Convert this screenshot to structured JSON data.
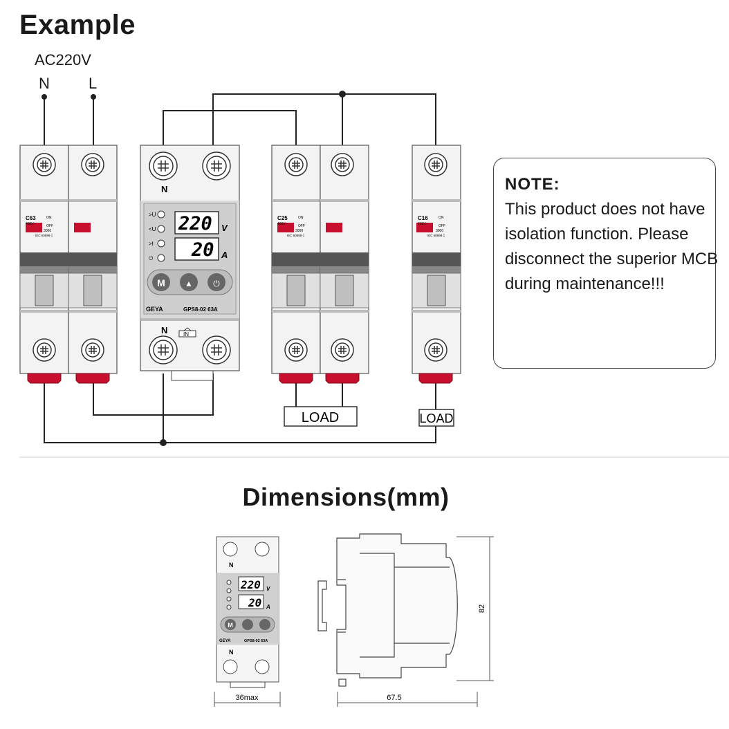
{
  "title": "Example",
  "supply": {
    "label": "AC220V",
    "neutral": "N",
    "live": "L"
  },
  "mcb_2p_left": {
    "rating": "C63",
    "voltage": "400V~",
    "on_label": "ON",
    "off_label": "OFF",
    "code": "3000",
    "standard": "IEC 60898-1"
  },
  "device": {
    "top_terminal": "N",
    "indicators": [
      ">U",
      "<U",
      ">I",
      "⏻"
    ],
    "voltage_value": "220",
    "voltage_unit": "V",
    "current_value": "20",
    "current_unit": "A",
    "buttons": [
      "M",
      "▲",
      "⏻"
    ],
    "brand": "GEYA",
    "model": "GPS8-02 63A",
    "bottom_terminal": "N",
    "in_label": "IN"
  },
  "mcb_2p_right": {
    "rating": "C25",
    "voltage": "400V~",
    "on_label": "ON",
    "off_label": "OFF",
    "code": "3000",
    "standard": "IEC 60898-1"
  },
  "mcb_1p": {
    "rating": "C16",
    "voltage": "230V~",
    "on_label": "ON",
    "off_label": "OFF",
    "code": "3000",
    "standard": "IEC 60898-1"
  },
  "loads": [
    "LOAD",
    "LOAD"
  ],
  "note": {
    "title": "NOTE:",
    "body": "This product does not have isolation function. Please disconnect the superior MCB during maintenance!!!"
  },
  "dimensions": {
    "title": "Dimensions(mm)",
    "width_label": "36max",
    "depth_label": "67.5",
    "height_label": "82"
  },
  "colors": {
    "handle_red": "#c8102e",
    "panel_gray": "#d9d9d9",
    "display_bg": "#c9c9c9"
  }
}
